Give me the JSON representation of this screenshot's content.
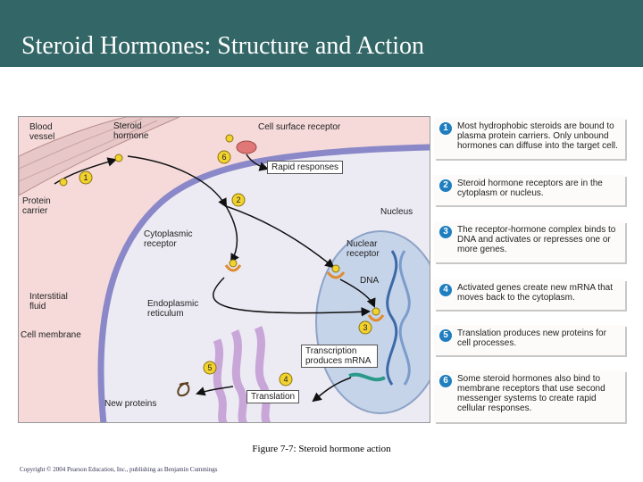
{
  "slide": {
    "title": "Steroid Hormones: Structure and Action",
    "caption": "Figure 7-7: Steroid hormone action",
    "copyright": "Copyright © 2004 Pearson Education, Inc., publishing as Benjamin Cummings"
  },
  "diagram": {
    "labels": {
      "blood_vessel": "Blood vessel",
      "steroid_hormone": "Steroid hormone",
      "cell_surface_receptor": "Cell surface receptor",
      "rapid_responses": "Rapid responses",
      "protein_carrier": "Protein carrier",
      "nucleus": "Nucleus",
      "cytoplasmic_receptor": "Cytoplasmic receptor",
      "nuclear_receptor": "Nuclear receptor",
      "interstitial_fluid": "Interstitial fluid",
      "dna": "DNA",
      "cell_membrane": "Cell membrane",
      "endoplasmic_reticulum": "Endoplasmic reticulum",
      "transcription": "Transcription produces mRNA",
      "translation": "Translation",
      "new_proteins": "New proteins"
    },
    "markers": [
      "1",
      "2",
      "3",
      "4",
      "5",
      "6"
    ],
    "colors": {
      "marker": "#f2d22e",
      "vessel": "#e7c7c7",
      "membrane": "#8a88c8",
      "nucleus": "#c6d4ea",
      "er": "#c9a6d8",
      "receptor": "#e07878"
    }
  },
  "steps": [
    {
      "num": "1",
      "text": "Most hydrophobic steroids are bound to plasma protein carriers. Only unbound hormones can diffuse into the target cell."
    },
    {
      "num": "2",
      "text": "Steroid hormone receptors are in the cytoplasm or nucleus."
    },
    {
      "num": "3",
      "text": "The receptor-hormone complex binds to DNA and activates or represses one or more genes."
    },
    {
      "num": "4",
      "text": "Activated genes create new mRNA that moves back to the cytoplasm."
    },
    {
      "num": "5",
      "text": "Translation produces new proteins for cell processes."
    },
    {
      "num": "6",
      "text": "Some steroid hormones also bind to membrane receptors that use second messenger systems to create rapid cellular responses."
    }
  ]
}
